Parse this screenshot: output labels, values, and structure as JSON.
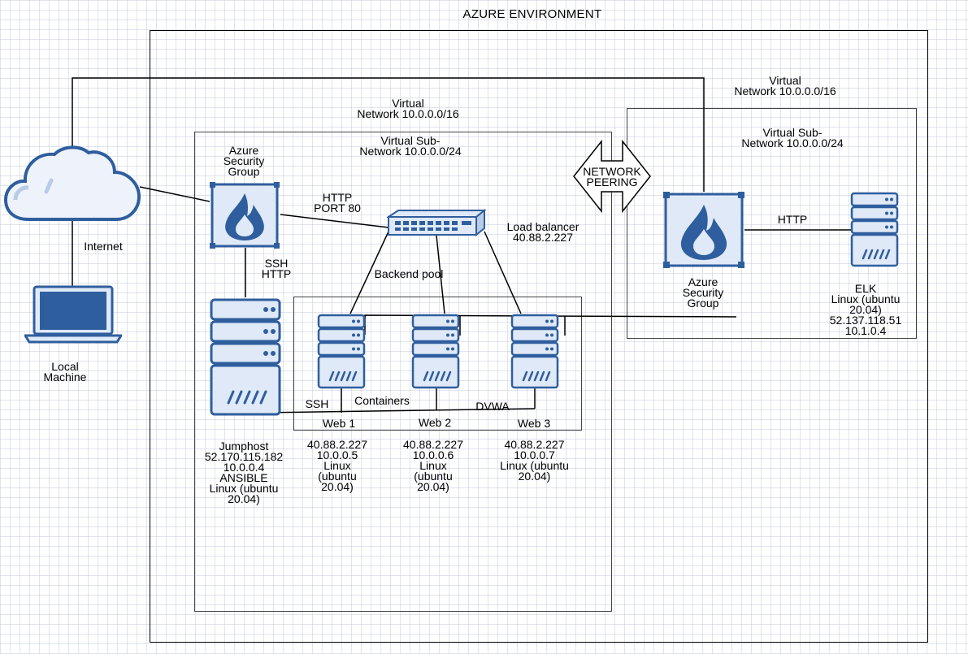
{
  "diagram": {
    "title": "AZURE ENVIRONMENT",
    "vnet_left": {
      "label": "Virtual\nNetwork 10.0.0.0/16"
    },
    "vnet_right": {
      "label": "Virtual\nNetwork 10.0.0.0/16"
    },
    "subnet_left": {
      "label": "Virtual Sub-\nNetwork 10.0.0.0/24"
    },
    "subnet_right": {
      "label": "Virtual Sub-\nNetwork 10.0.0.0/24"
    },
    "peering": {
      "label": "NETWORK\nPEERING"
    },
    "internet": {
      "label": "Internet"
    },
    "local_machine": {
      "label": "Local\nMachine"
    },
    "nsg_left": {
      "label": "Azure\nSecurity\nGroup"
    },
    "nsg_right": {
      "label": "Azure\nSecurity\nGroup"
    },
    "link_http_port": {
      "label": "HTTP\nPORT 80"
    },
    "link_ssh_http": {
      "label": "SSH\nHTTP"
    },
    "link_http_elk": {
      "label": "HTTP"
    },
    "load_balancer": {
      "label": "Load balancer\n40.88.2.227"
    },
    "backend_pool": {
      "label": "Backend pool"
    },
    "containers": {
      "label": "Containers"
    },
    "ssh": {
      "label": "SSH"
    },
    "dvwa": {
      "label": "DVWA"
    },
    "jumphost": {
      "label": "Jumphost\n52.170.115.182\n10.0.0.4\nANSIBLE\nLinux (ubuntu\n20.04)"
    },
    "web1": {
      "name": "Web 1",
      "details": "40.88.2.227\n10.0.0.5\nLinux\n(ubuntu\n20.04)"
    },
    "web2": {
      "name": "Web 2",
      "details": "40.88.2.227\n10.0.0.6\nLinux\n(ubuntu\n20.04)"
    },
    "web3": {
      "name": "Web 3",
      "details": "40.88.2.227\n10.0.0.7\nLinux (ubuntu\n20.04)"
    },
    "elk": {
      "label": "ELK\nLinux (ubuntu\n20.04)\n52.137.118.51\n10.1.0.4"
    },
    "colors": {
      "icon_blue": "#2f5e9e",
      "icon_fill": "#dfe9f7",
      "icon_dark": "#1f3f73"
    }
  }
}
